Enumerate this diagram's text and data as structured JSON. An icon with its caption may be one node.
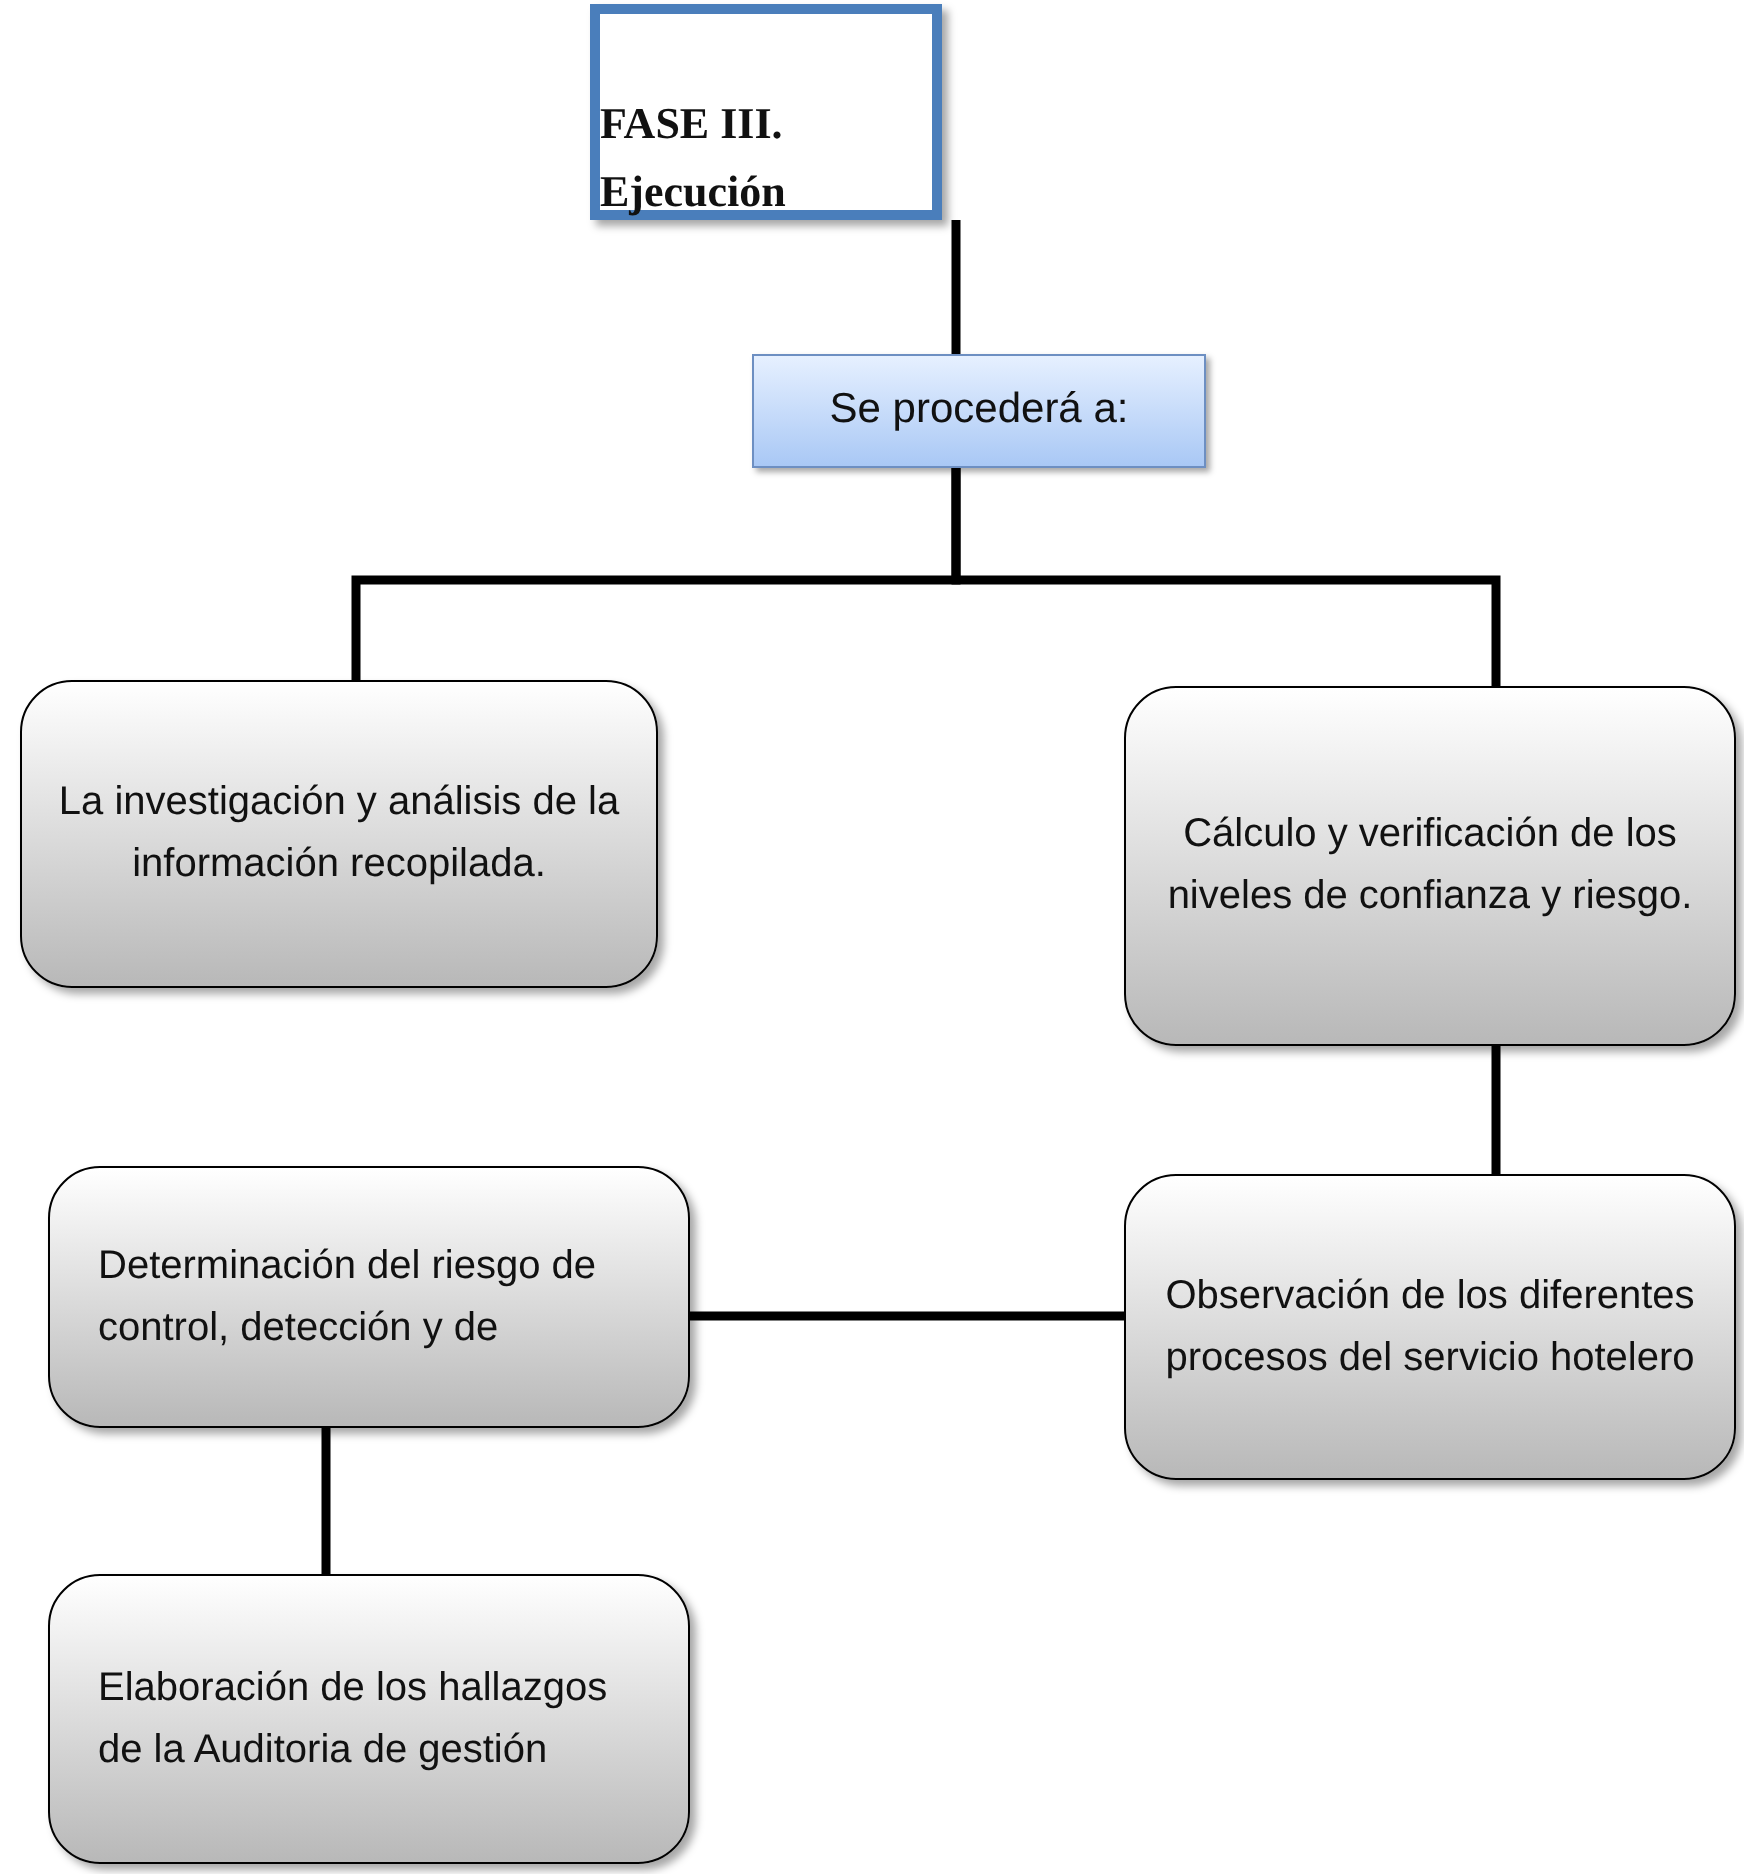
{
  "diagram": {
    "nodes": [
      {
        "text": [
          "FASE III. Ejecución"
        ]
      },
      {
        "text": [
          "Se procederá a:"
        ]
      },
      {
        "text": [
          "La investigación y análisis de la información recopilada."
        ]
      },
      {
        "text": [
          "Cálculo y verificación de los niveles de confianza y riesgo."
        ]
      },
      {
        "text": [
          "Observación de los diferentes procesos del servicio hotelero"
        ]
      },
      {
        "text": [
          "Determinación del riesgo de control, detección y de"
        ]
      },
      {
        "text": [
          "Elaboración de los hallazgos de la Auditoria de gestión"
        ]
      }
    ],
    "edges": [
      {
        "from": 0,
        "to": 1,
        "arrow": "none"
      },
      {
        "from": 1,
        "to": 2,
        "arrow": "none"
      },
      {
        "from": 1,
        "to": 3,
        "arrow": "none"
      },
      {
        "from": 3,
        "to": 4,
        "arrow": "none"
      },
      {
        "from": 4,
        "to": 5,
        "arrow": "none"
      },
      {
        "from": 5,
        "to": 6,
        "arrow": "none"
      }
    ]
  }
}
